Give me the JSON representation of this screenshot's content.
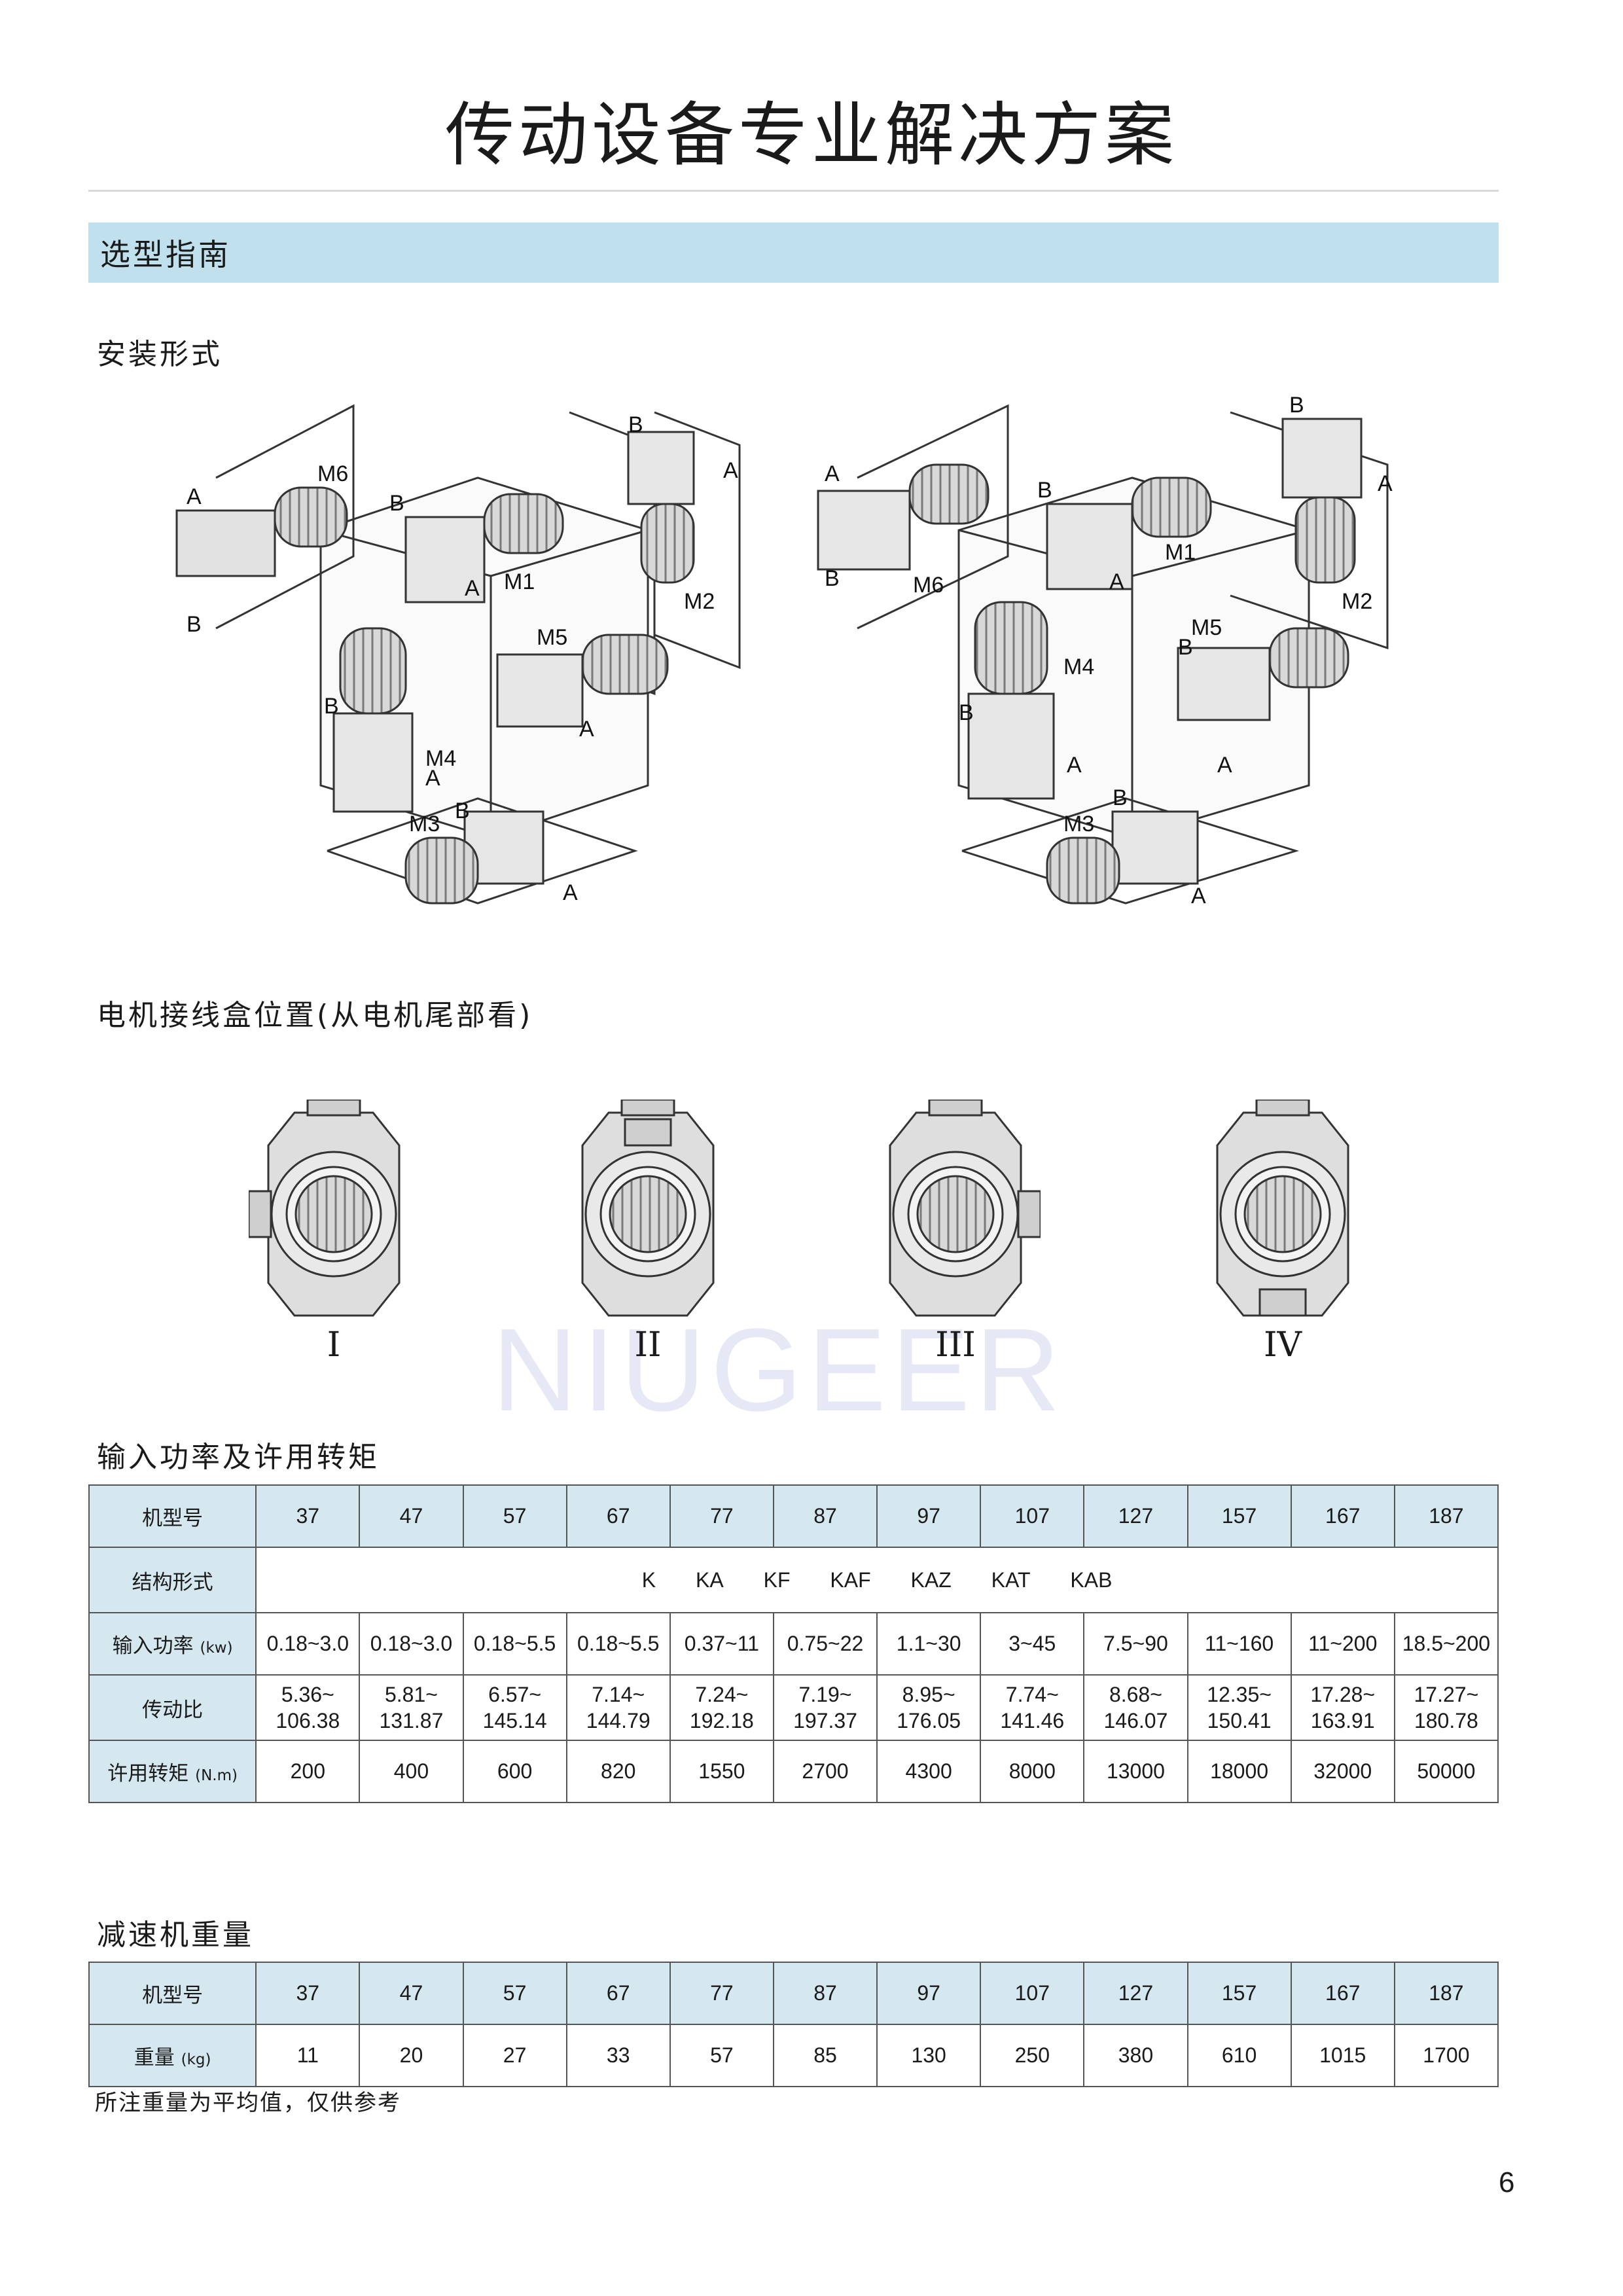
{
  "page_title": "传动设备专业解决方案",
  "section_title": "选型指南",
  "mount": {
    "heading": "安装形式",
    "left_labels": [
      "M6",
      "M1",
      "M2",
      "M5",
      "M4",
      "M3"
    ],
    "right_labels": [
      "M6",
      "M1",
      "M2",
      "M5",
      "M4",
      "M3"
    ],
    "marker_a": "A",
    "marker_b": "B"
  },
  "terminal": {
    "heading": "电机接线盒位置(从电机尾部看)",
    "positions": [
      "I",
      "II",
      "III",
      "IV"
    ]
  },
  "watermark": "NIUGEER",
  "power_table": {
    "heading": "输入功率及许用转矩",
    "model_label": "机型号",
    "models": [
      "37",
      "47",
      "57",
      "67",
      "77",
      "87",
      "97",
      "107",
      "127",
      "157",
      "167",
      "187"
    ],
    "structure_label": "结构形式",
    "structure_types": [
      "K",
      "KA",
      "KF",
      "KAF",
      "KAZ",
      "KAT",
      "KAB"
    ],
    "power_label": "输入功率",
    "power_unit": "(kw)",
    "power": [
      "0.18~3.0",
      "0.18~3.0",
      "0.18~5.5",
      "0.18~5.5",
      "0.37~11",
      "0.75~22",
      "1.1~30",
      "3~45",
      "7.5~90",
      "11~160",
      "11~200",
      "18.5~200"
    ],
    "ratio_label": "传动比",
    "ratio_min": [
      "5.36~",
      "5.81~",
      "6.57~",
      "7.14~",
      "7.24~",
      "7.19~",
      "8.95~",
      "7.74~",
      "8.68~",
      "12.35~",
      "17.28~",
      "17.27~"
    ],
    "ratio_max": [
      "106.38",
      "131.87",
      "145.14",
      "144.79",
      "192.18",
      "197.37",
      "176.05",
      "141.46",
      "146.07",
      "150.41",
      "163.91",
      "180.78"
    ],
    "torque_label": "许用转矩",
    "torque_unit": "(N.m)",
    "torque": [
      "200",
      "400",
      "600",
      "820",
      "1550",
      "2700",
      "4300",
      "8000",
      "13000",
      "18000",
      "32000",
      "50000"
    ]
  },
  "weight_table": {
    "heading": "减速机重量",
    "model_label": "机型号",
    "models": [
      "37",
      "47",
      "57",
      "67",
      "77",
      "87",
      "97",
      "107",
      "127",
      "157",
      "167",
      "187"
    ],
    "weight_label": "重量",
    "weight_unit": "(kg)",
    "weights": [
      "11",
      "20",
      "27",
      "33",
      "57",
      "85",
      "130",
      "250",
      "380",
      "610",
      "1015",
      "1700"
    ]
  },
  "note": "所注重量为平均值，仅供参考",
  "page_number": "6"
}
